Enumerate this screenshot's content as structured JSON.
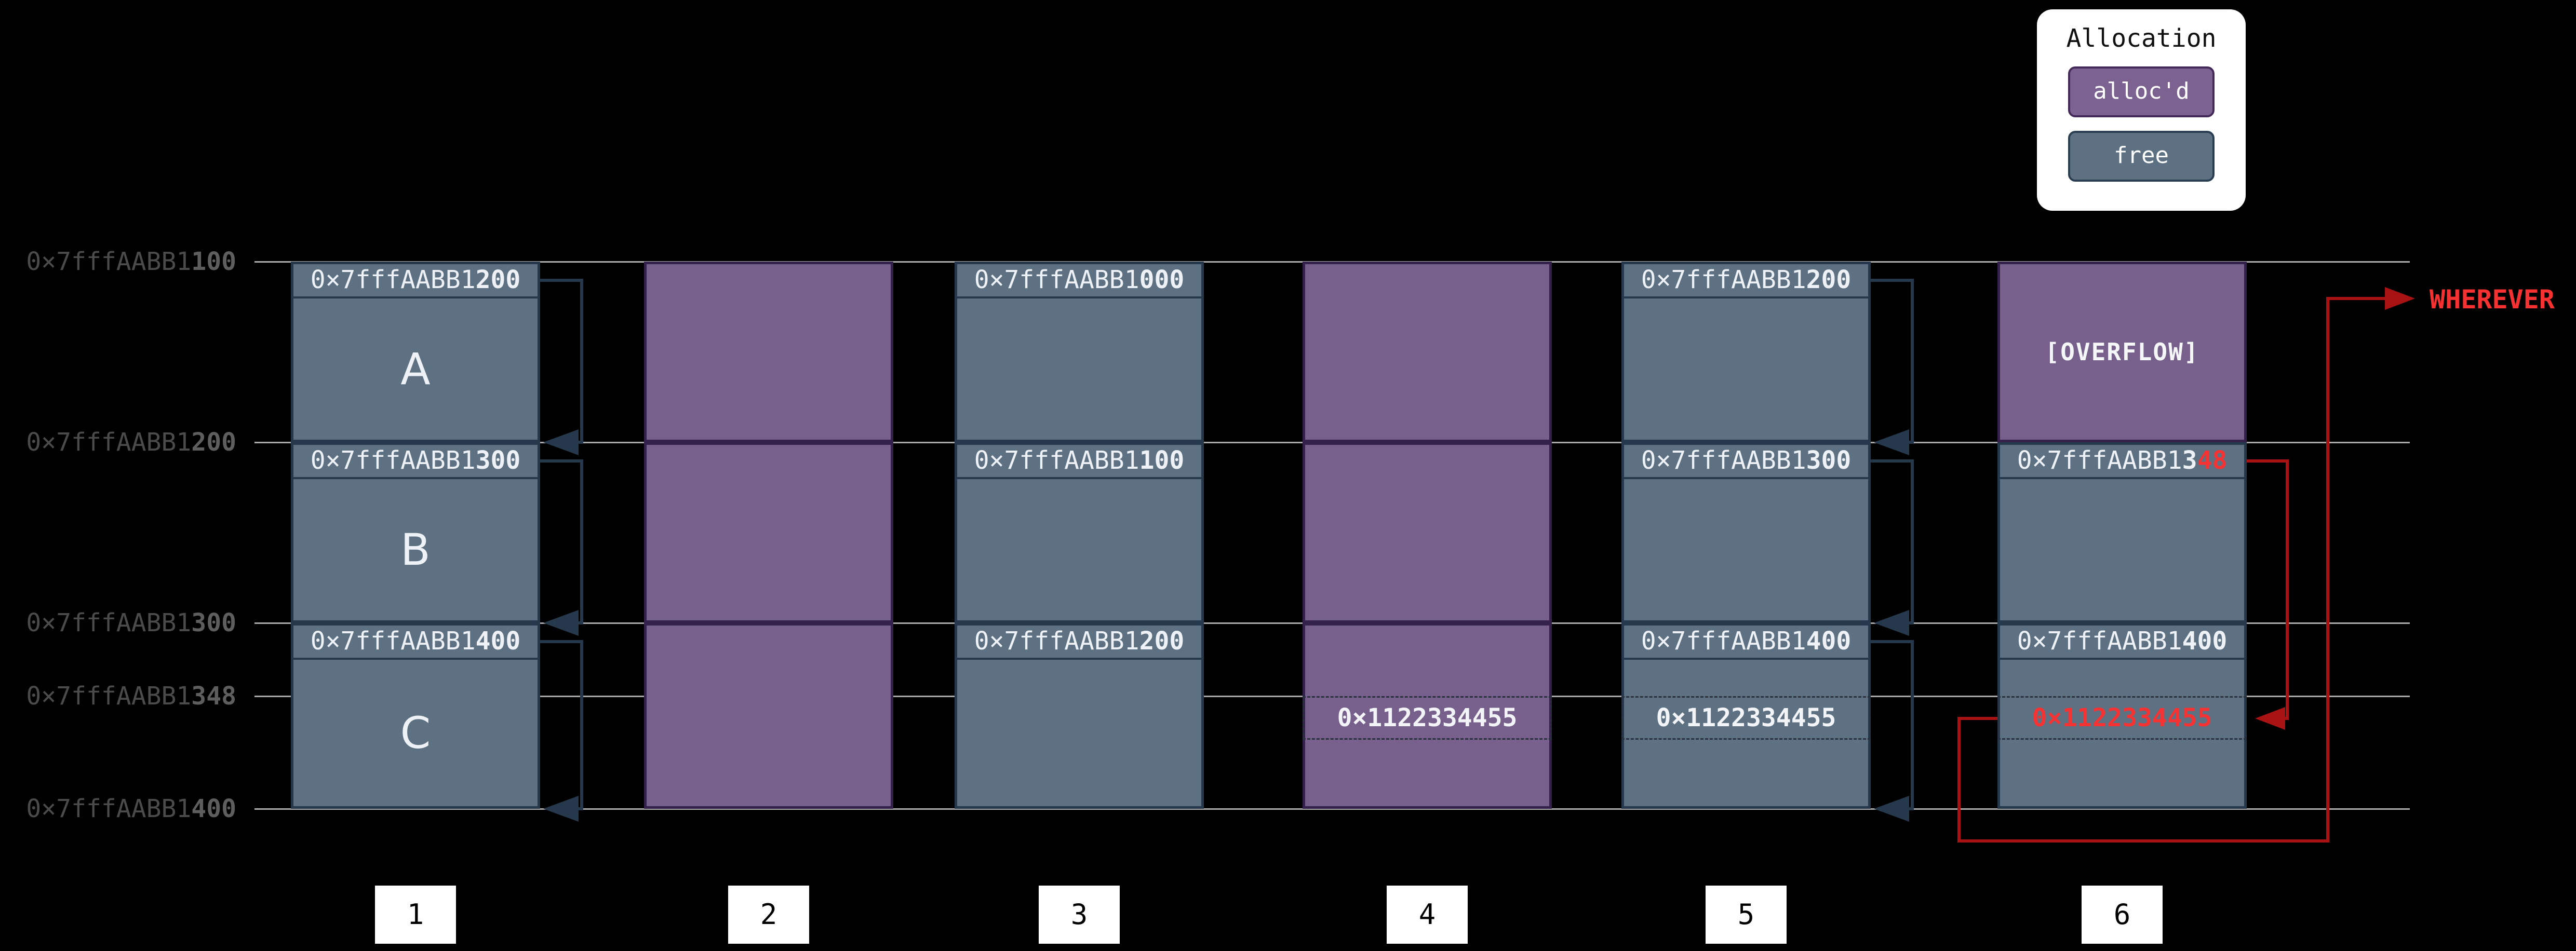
{
  "legend": {
    "title": "Allocation",
    "items": [
      {
        "label": "alloc'd",
        "state": "alloc'd"
      },
      {
        "label": "free",
        "state": "free"
      }
    ]
  },
  "axis": {
    "prefix": "0×7fffAABB1",
    "labels": [
      {
        "bold": "100"
      },
      {
        "bold": "200"
      },
      {
        "bold": "300"
      },
      {
        "bold": "348"
      },
      {
        "bold": "400"
      }
    ]
  },
  "columns": [
    {
      "badge": "1",
      "sections": [
        {
          "state": "free",
          "header": {
            "prefix": "0×7fffAABB1",
            "bold": "200"
          },
          "letter": "A"
        },
        {
          "state": "free",
          "header": {
            "prefix": "0×7fffAABB1",
            "bold": "300"
          },
          "letter": "B"
        },
        {
          "state": "free",
          "header": {
            "prefix": "0×7fffAABB1",
            "bold": "400"
          },
          "letter": "C"
        }
      ]
    },
    {
      "badge": "2",
      "sections": [
        {
          "state": "alloc'd"
        },
        {
          "state": "alloc'd"
        },
        {
          "state": "alloc'd"
        }
      ]
    },
    {
      "badge": "3",
      "sections": [
        {
          "state": "free",
          "header": {
            "prefix": "0×7fffAABB1",
            "bold": "000"
          }
        },
        {
          "state": "free",
          "header": {
            "prefix": "0×7fffAABB1",
            "bold": "100"
          }
        },
        {
          "state": "free",
          "header": {
            "prefix": "0×7fffAABB1",
            "bold": "200"
          }
        }
      ]
    },
    {
      "badge": "4",
      "sections": [
        {
          "state": "alloc'd"
        },
        {
          "state": "alloc'd"
        },
        {
          "state": "alloc'd"
        }
      ],
      "band": {
        "value": "0×1122334455"
      }
    },
    {
      "badge": "5",
      "sections": [
        {
          "state": "free",
          "header": {
            "prefix": "0×7fffAABB1",
            "bold": "200"
          }
        },
        {
          "state": "free",
          "header": {
            "prefix": "0×7fffAABB1",
            "bold": "300"
          }
        },
        {
          "state": "free",
          "header": {
            "prefix": "0×7fffAABB1",
            "bold": "400"
          }
        }
      ],
      "band": {
        "value": "0×1122334455"
      }
    },
    {
      "badge": "6",
      "sections": [
        {
          "state": "alloc'd",
          "overflow": "[OVERFLOW]"
        },
        {
          "state": "free",
          "header": {
            "prefix": "0×7fffAABB1",
            "bold": "3",
            "red": "48"
          }
        },
        {
          "state": "free",
          "header": {
            "prefix": "0×7fffAABB1",
            "bold": "400"
          }
        }
      ],
      "band": {
        "value": "0×1122334455"
      }
    }
  ],
  "wherever": "WHEREVER",
  "colors": {
    "allocd_fill": "#77618c",
    "free_fill": "#5d7183",
    "block_border_navy": "#25384c",
    "block_border_purple": "#33214b",
    "gridline": "#a9a9a9",
    "pointer_arrow_navy": "#25384c",
    "danger_line_red": "#a81212",
    "danger_text_red": "#f53131",
    "address_label_gray": "#4b4b4b"
  }
}
